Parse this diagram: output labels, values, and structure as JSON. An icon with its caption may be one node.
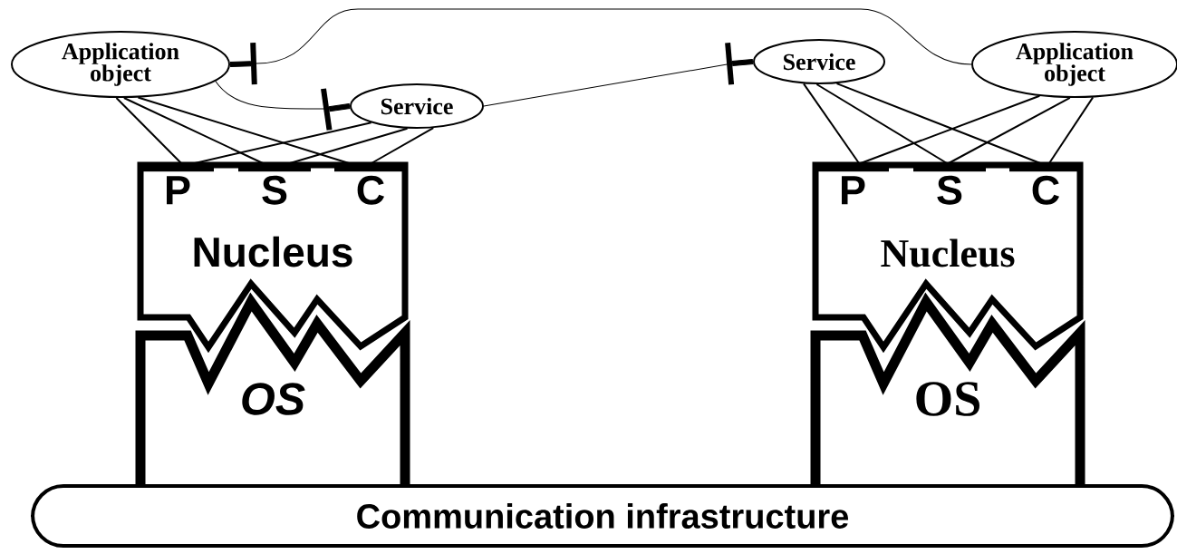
{
  "diagram": {
    "nodes": [
      {
        "text": [
          "Application object"
        ]
      },
      {
        "text": [
          "Service"
        ]
      },
      {
        "text": [
          "Service"
        ]
      },
      {
        "text": [
          "Application object"
        ]
      },
      {
        "text": [
          "Nucleus"
        ]
      },
      {
        "text": [
          "P"
        ],
        "in": 4
      },
      {
        "text": [
          "S"
        ],
        "in": 4
      },
      {
        "text": [
          "C"
        ],
        "in": 4
      },
      {
        "text": [
          "OS"
        ]
      },
      {
        "text": [
          "Nucleus"
        ]
      },
      {
        "text": [
          "P"
        ],
        "in": 9
      },
      {
        "text": [
          "S"
        ],
        "in": 9
      },
      {
        "text": [
          "C"
        ],
        "in": 9
      },
      {
        "text": [
          "OS"
        ]
      },
      {
        "text": [
          "Communication infrastructure"
        ]
      }
    ],
    "edges": [
      {
        "from": 0,
        "to": 5,
        "arrow": "none"
      },
      {
        "from": 0,
        "to": 6,
        "arrow": "none"
      },
      {
        "from": 0,
        "to": 7,
        "arrow": "none"
      },
      {
        "from": 1,
        "to": 5,
        "arrow": "none"
      },
      {
        "from": 1,
        "to": 6,
        "arrow": "none"
      },
      {
        "from": 1,
        "to": 7,
        "arrow": "none"
      },
      {
        "from": 2,
        "to": 10,
        "arrow": "none"
      },
      {
        "from": 2,
        "to": 11,
        "arrow": "none"
      },
      {
        "from": 2,
        "to": 12,
        "arrow": "none"
      },
      {
        "from": 3,
        "to": 10,
        "arrow": "none"
      },
      {
        "from": 3,
        "to": 11,
        "arrow": "none"
      },
      {
        "from": 3,
        "to": 12,
        "arrow": "none"
      },
      {
        "from": 3,
        "to": 0,
        "arrow": "other"
      },
      {
        "from": 0,
        "to": 1,
        "arrow": "other"
      },
      {
        "from": 1,
        "to": 2,
        "arrow": "other"
      }
    ]
  }
}
